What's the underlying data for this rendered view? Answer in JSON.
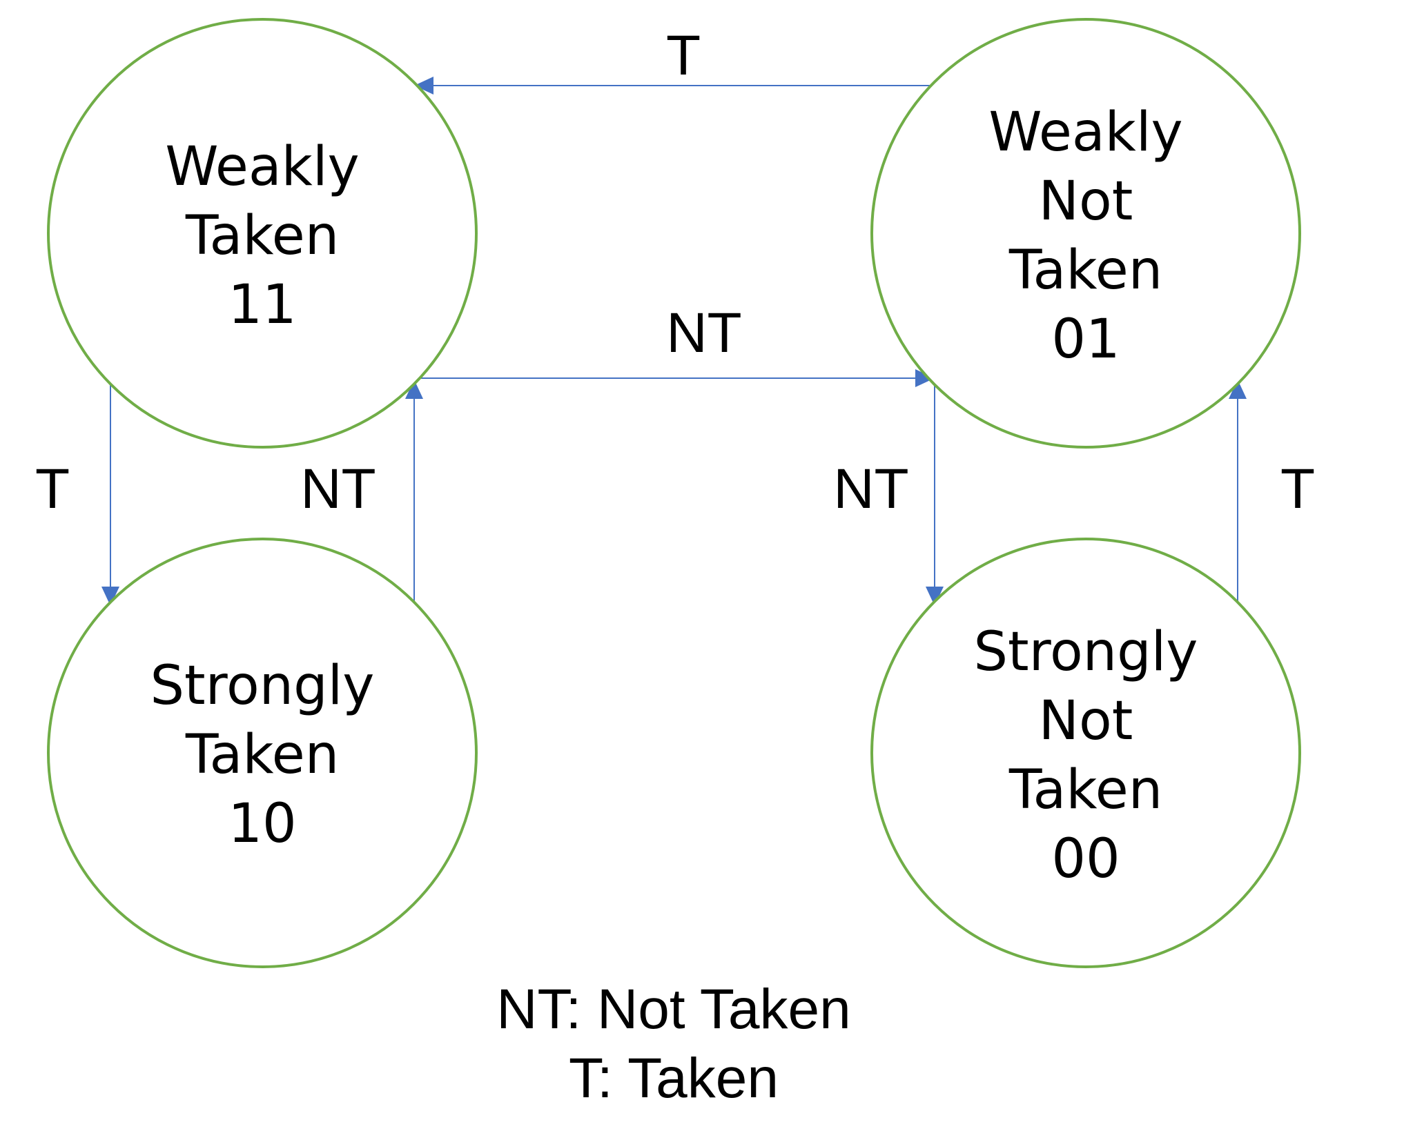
{
  "colors": {
    "state_outline": "#70ad47",
    "arrow": "#4472c4",
    "text": "#000000",
    "background": "#ffffff"
  },
  "states": [
    {
      "id": "wt",
      "lines": [
        "Weakly",
        "Taken",
        "11"
      ]
    },
    {
      "id": "wnt",
      "lines": [
        "Weakly",
        "Not",
        "Taken",
        "01"
      ]
    },
    {
      "id": "st",
      "lines": [
        "Strongly",
        "Taken",
        "10"
      ]
    },
    {
      "id": "snt",
      "lines": [
        "Strongly",
        "Not",
        "Taken",
        "00"
      ]
    }
  ],
  "transitions": [
    {
      "from": "wnt",
      "to": "wt",
      "label": "T"
    },
    {
      "from": "wt",
      "to": "wnt",
      "label": "NT"
    },
    {
      "from": "wt",
      "to": "st",
      "label": "T"
    },
    {
      "from": "st",
      "to": "wt",
      "label": "NT"
    },
    {
      "from": "wnt",
      "to": "snt",
      "label": "NT"
    },
    {
      "from": "snt",
      "to": "wnt",
      "label": "T"
    }
  ],
  "legend": {
    "line1": "NT: Not Taken",
    "line2": "T: Taken"
  }
}
